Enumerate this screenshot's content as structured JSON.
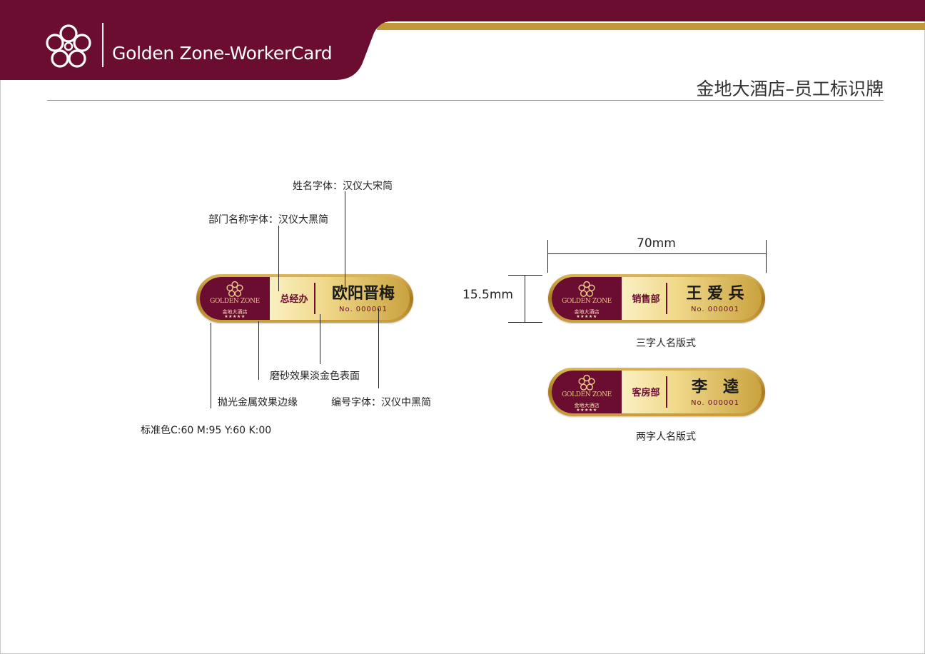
{
  "colors": {
    "brand": "#6b0d31",
    "gold": "#c09a3a"
  },
  "header": {
    "logo_icon": "flower-logo-icon",
    "brand_title": "Golden Zone-WorkerCard",
    "page_title": "金地大酒店–员工标识牌"
  },
  "annotations": {
    "name_font": "姓名字体：汉仪大宋简",
    "dept_font": "部门名称字体：汉仪大黑简",
    "matte_surface": "磨砂效果淡金色表面",
    "polished_edge": "抛光金属效果边缘",
    "number_font": "编号字体：汉仪中黑简",
    "standard_color": "标准色C:60 M:95 Y:60 K:00"
  },
  "dimensions": {
    "width": "70mm",
    "height": "15.5mm"
  },
  "badges": [
    {
      "logo_en": "GOLDEN ZONE",
      "logo_cn": "金地大酒店",
      "stars": "★★★★★",
      "department": "总经办",
      "name": "欧阳晋梅",
      "number": "No. 000001"
    },
    {
      "logo_en": "GOLDEN ZONE",
      "logo_cn": "金地大酒店",
      "stars": "★★★★★",
      "department": "销售部",
      "name": "王 爱 兵",
      "number": "No. 000001",
      "caption": "三字人名版式"
    },
    {
      "logo_en": "GOLDEN ZONE",
      "logo_cn": "金地大酒店",
      "stars": "★★★★★",
      "department": "客房部",
      "name": "李　逵",
      "number": "No. 000001",
      "caption": "两字人名版式"
    }
  ]
}
